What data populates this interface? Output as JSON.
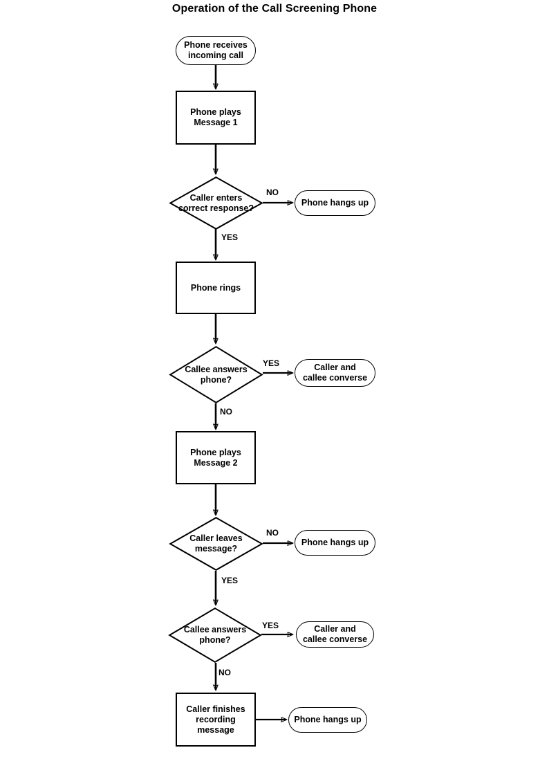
{
  "title": "Operation of the Call Screening Phone",
  "diagram": {
    "type": "flowchart",
    "orientation": "top-to-bottom",
    "nodes": [
      {
        "id": "start",
        "shape": "terminator",
        "text": "Phone receives\nincoming call",
        "line1": "Phone receives",
        "line2": "incoming call"
      },
      {
        "id": "msg1",
        "shape": "process",
        "text": "Phone plays\nMessage 1",
        "line1": "Phone plays",
        "line2": "Message 1"
      },
      {
        "id": "d1",
        "shape": "decision",
        "text": "Caller enters\ncorrect response?",
        "line1": "Caller enters",
        "line2": "correct response?"
      },
      {
        "id": "hangup1",
        "shape": "terminator",
        "text": "Phone hangs up",
        "line1": "Phone hangs up",
        "line2": ""
      },
      {
        "id": "rings",
        "shape": "process",
        "text": "Phone rings",
        "line1": "Phone rings",
        "line2": ""
      },
      {
        "id": "d2",
        "shape": "decision",
        "text": "Callee answers\nphone?",
        "line1": "Callee answers",
        "line2": "phone?"
      },
      {
        "id": "converse1",
        "shape": "terminator",
        "text": "Caller and\ncallee converse",
        "line1": "Caller and",
        "line2": "callee converse"
      },
      {
        "id": "msg2",
        "shape": "process",
        "text": "Phone plays\nMessage 2",
        "line1": "Phone plays",
        "line2": "Message 2"
      },
      {
        "id": "d3",
        "shape": "decision",
        "text": "Caller leaves\nmessage?",
        "line1": "Caller leaves",
        "line2": "message?"
      },
      {
        "id": "hangup2",
        "shape": "terminator",
        "text": "Phone hangs up",
        "line1": "Phone hangs up",
        "line2": ""
      },
      {
        "id": "d4",
        "shape": "decision",
        "text": "Callee answers\nphone?",
        "line1": "Callee answers",
        "line2": "phone?"
      },
      {
        "id": "converse2",
        "shape": "terminator",
        "text": "Caller and\ncallee converse",
        "line1": "Caller and",
        "line2": "callee converse"
      },
      {
        "id": "finish",
        "shape": "process",
        "text": "Caller finishes\nrecording\nmessage",
        "line1": "Caller finishes",
        "line2": "recording",
        "line3": "message"
      },
      {
        "id": "hangup3",
        "shape": "terminator",
        "text": "Phone hangs up",
        "line1": "Phone hangs up",
        "line2": ""
      }
    ],
    "edges": [
      {
        "from": "start",
        "to": "msg1",
        "label": ""
      },
      {
        "from": "msg1",
        "to": "d1",
        "label": ""
      },
      {
        "from": "d1",
        "to": "hangup1",
        "label": "NO"
      },
      {
        "from": "d1",
        "to": "rings",
        "label": "YES"
      },
      {
        "from": "rings",
        "to": "d2",
        "label": ""
      },
      {
        "from": "d2",
        "to": "converse1",
        "label": "YES"
      },
      {
        "from": "d2",
        "to": "msg2",
        "label": "NO"
      },
      {
        "from": "msg2",
        "to": "d3",
        "label": ""
      },
      {
        "from": "d3",
        "to": "hangup2",
        "label": "NO"
      },
      {
        "from": "d3",
        "to": "d4",
        "label": "YES"
      },
      {
        "from": "d4",
        "to": "converse2",
        "label": "YES"
      },
      {
        "from": "d4",
        "to": "finish",
        "label": "NO"
      },
      {
        "from": "finish",
        "to": "hangup3",
        "label": ""
      }
    ],
    "edge_labels": {
      "d1_no": "NO",
      "d1_yes": "YES",
      "d2_yes": "YES",
      "d2_no": "NO",
      "d3_no": "NO",
      "d3_yes": "YES",
      "d4_yes": "YES",
      "d4_no": "NO"
    },
    "colors": {
      "stroke": "#000000",
      "fill": "#ffffff",
      "text": "#000000",
      "background": "#ffffff"
    }
  }
}
